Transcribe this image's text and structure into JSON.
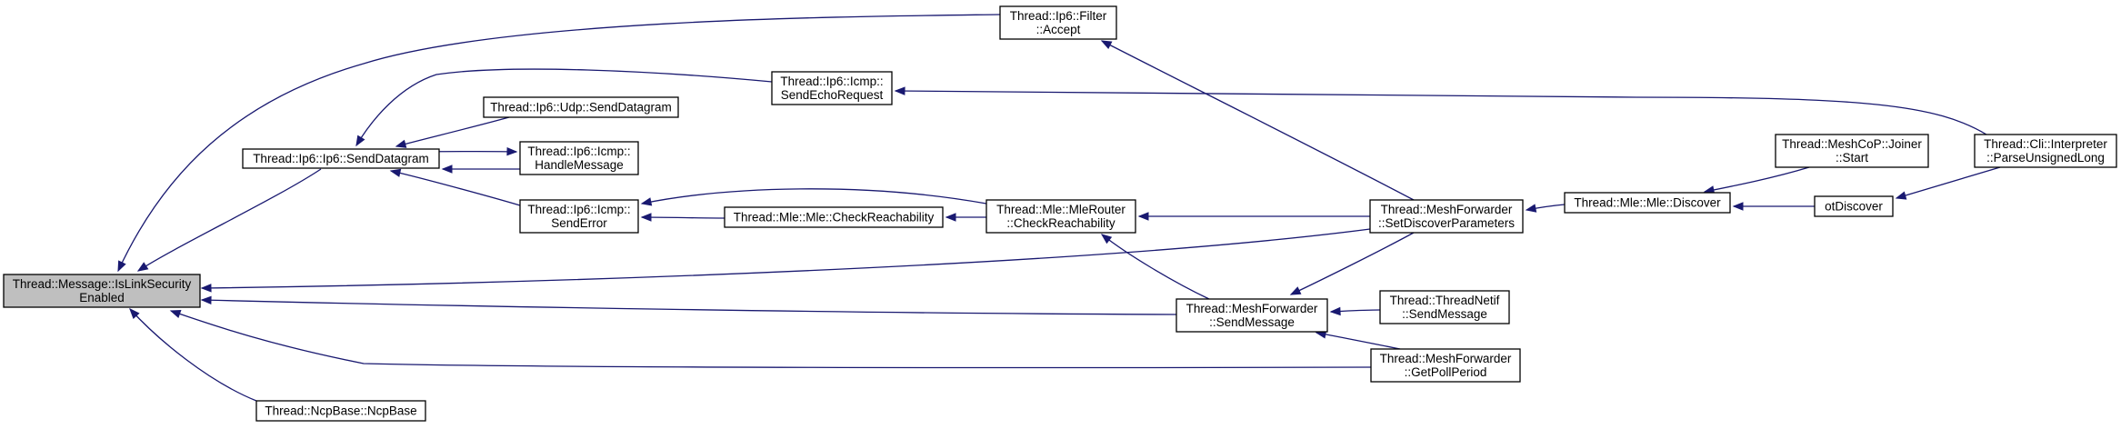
{
  "nodes": {
    "is_link_security": {
      "lines": [
        "Thread::Message::IsLinkSecurity",
        "Enabled"
      ],
      "root": true
    },
    "ip6_send_datagram": {
      "lines": [
        "Thread::Ip6::Ip6::SendDatagram"
      ]
    },
    "ncpbase": {
      "lines": [
        "Thread::NcpBase::NcpBase"
      ]
    },
    "filter_accept": {
      "lines": [
        "Thread::Ip6::Filter",
        "::Accept"
      ]
    },
    "icmp_send_echo": {
      "lines": [
        "Thread::Ip6::Icmp::",
        "SendEchoRequest"
      ]
    },
    "udp_send_datagram": {
      "lines": [
        "Thread::Ip6::Udp::SendDatagram"
      ]
    },
    "icmp_handle_message": {
      "lines": [
        "Thread::Ip6::Icmp::",
        "HandleMessage"
      ]
    },
    "icmp_send_error": {
      "lines": [
        "Thread::Ip6::Icmp::",
        "SendError"
      ]
    },
    "mle_check_reach": {
      "lines": [
        "Thread::Mle::Mle::CheckReachability"
      ]
    },
    "mlerouter_check_reach": {
      "lines": [
        "Thread::Mle::MleRouter",
        "::CheckReachability"
      ]
    },
    "mf_send_message": {
      "lines": [
        "Thread::MeshForwarder",
        "::SendMessage"
      ]
    },
    "mf_set_discover": {
      "lines": [
        "Thread::MeshForwarder",
        "::SetDiscoverParameters"
      ]
    },
    "threadnetif_send": {
      "lines": [
        "Thread::ThreadNetif",
        "::SendMessage"
      ]
    },
    "mf_get_poll": {
      "lines": [
        "Thread::MeshForwarder",
        "::GetPollPeriod"
      ]
    },
    "mle_discover": {
      "lines": [
        "Thread::Mle::Mle::Discover"
      ]
    },
    "joiner_start": {
      "lines": [
        "Thread::MeshCoP::Joiner",
        "::Start"
      ]
    },
    "ot_discover": {
      "lines": [
        "otDiscover"
      ]
    },
    "cli_parse": {
      "lines": [
        "Thread::Cli::Interpreter",
        "::ParseUnsignedLong"
      ]
    }
  },
  "edges": [
    [
      "ip6_send_datagram",
      "is_link_security"
    ],
    [
      "filter_accept",
      "is_link_security"
    ],
    [
      "ncpbase",
      "is_link_security"
    ],
    [
      "mf_set_discover",
      "is_link_security"
    ],
    [
      "mf_send_message",
      "is_link_security"
    ],
    [
      "mf_get_poll",
      "is_link_security"
    ],
    [
      "icmp_send_echo",
      "ip6_send_datagram"
    ],
    [
      "udp_send_datagram",
      "ip6_send_datagram"
    ],
    [
      "icmp_handle_message",
      "ip6_send_datagram"
    ],
    [
      "icmp_send_error",
      "ip6_send_datagram"
    ],
    [
      "ip6_send_datagram",
      "icmp_handle_message"
    ],
    [
      "mf_set_discover",
      "filter_accept"
    ],
    [
      "cli_parse",
      "icmp_send_echo"
    ],
    [
      "mle_check_reach",
      "icmp_send_error"
    ],
    [
      "mlerouter_check_reach",
      "icmp_send_error"
    ],
    [
      "mlerouter_check_reach",
      "mle_check_reach"
    ],
    [
      "mf_set_discover",
      "mlerouter_check_reach"
    ],
    [
      "mf_send_message",
      "mlerouter_check_reach"
    ],
    [
      "mf_set_discover",
      "mf_send_message"
    ],
    [
      "threadnetif_send",
      "mf_send_message"
    ],
    [
      "mf_get_poll",
      "mf_send_message"
    ],
    [
      "mle_discover",
      "mf_set_discover"
    ],
    [
      "joiner_start",
      "mle_discover"
    ],
    [
      "ot_discover",
      "mle_discover"
    ],
    [
      "cli_parse",
      "ot_discover"
    ]
  ]
}
